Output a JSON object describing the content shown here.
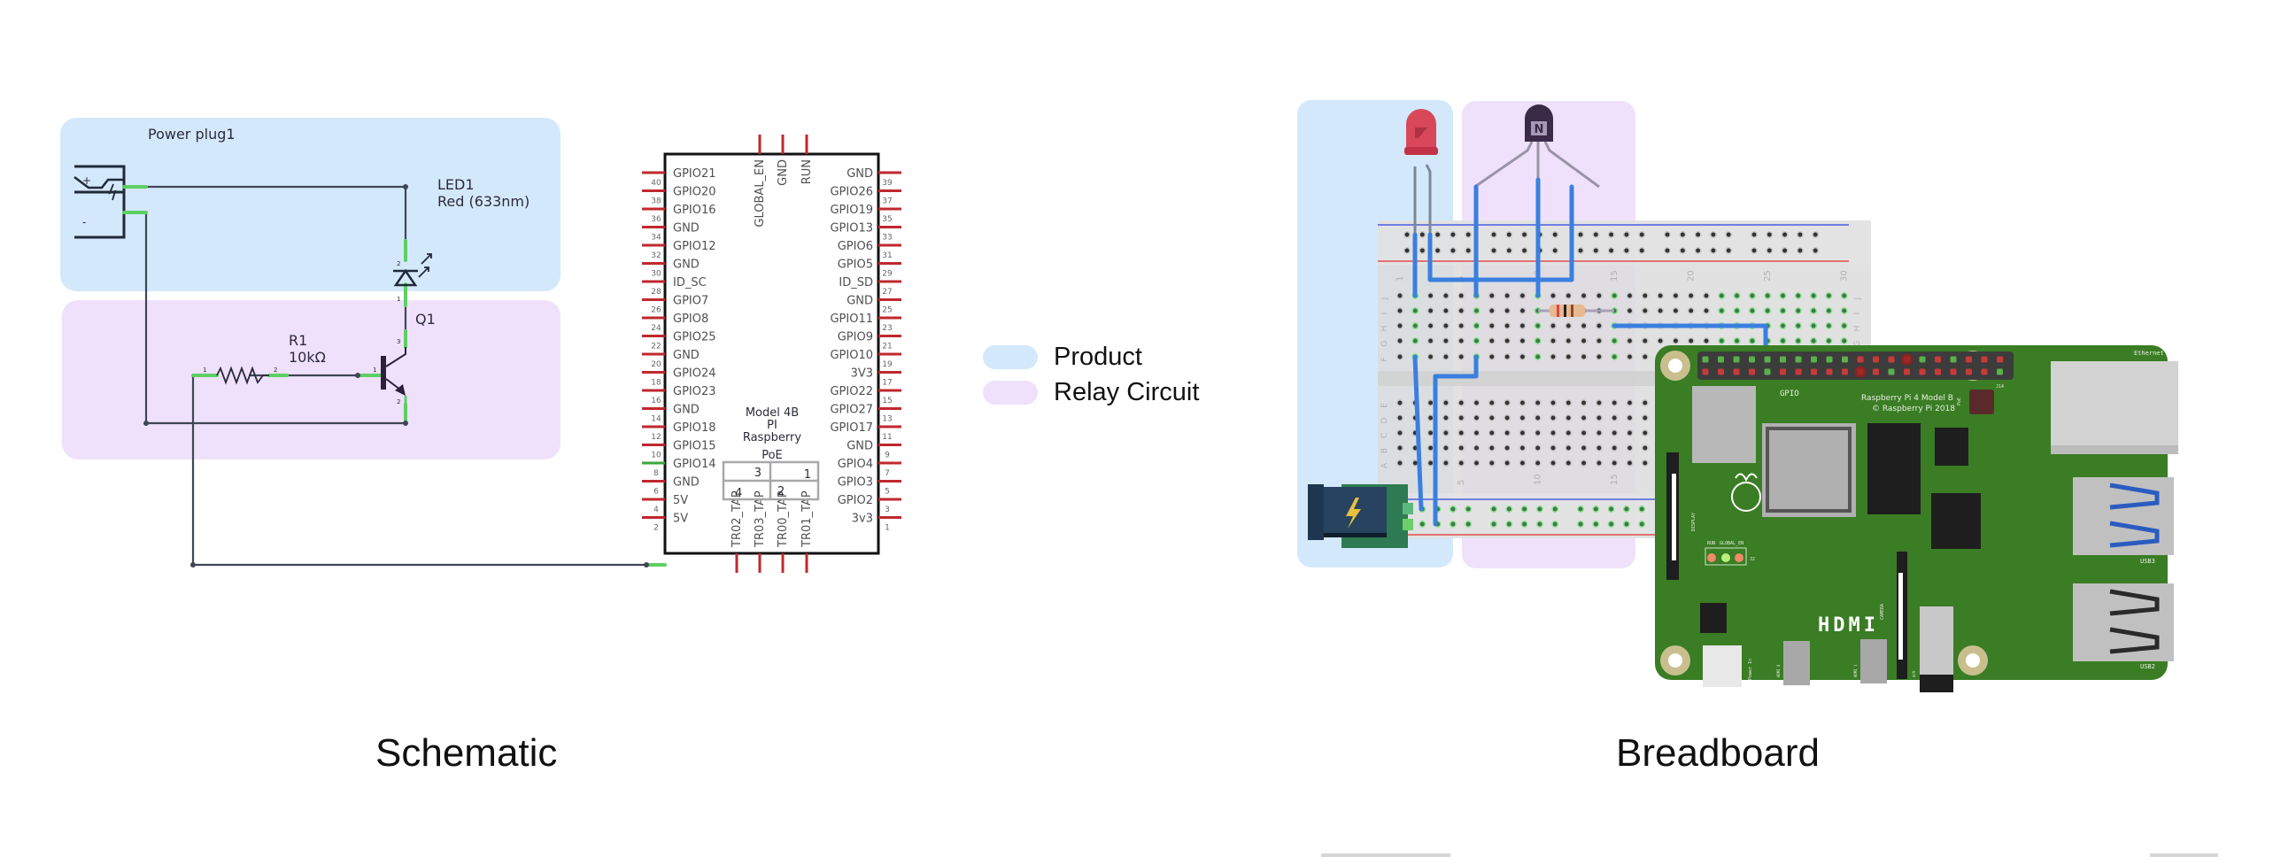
{
  "regions": {
    "product": {
      "label": "Product",
      "color": "#d4e8fb"
    },
    "relay": {
      "label": "Relay Circuit",
      "color": "#efe1fb"
    }
  },
  "schematic": {
    "title": "Schematic",
    "power_plug": {
      "label": "Power plug1",
      "plus": "+",
      "minus": "-"
    },
    "led": {
      "ref": "LED1",
      "value": "Red (633nm)",
      "pin_a": "2",
      "pin_k": "1"
    },
    "transistor": {
      "ref": "Q1",
      "pin_b": "1",
      "pin_c": "3",
      "pin_e": "2"
    },
    "resistor": {
      "ref": "R1",
      "value": "10kΩ",
      "pin1": "1",
      "pin2": "2"
    },
    "pi": {
      "name_lines": [
        "Model 4B",
        "PI",
        "Raspberry"
      ],
      "left_pins": [
        {
          "label": "GPIO21",
          "num": "40"
        },
        {
          "label": "GPIO20",
          "num": "38"
        },
        {
          "label": "GPIO16",
          "num": "36"
        },
        {
          "label": "GND",
          "num": "34"
        },
        {
          "label": "GPIO12",
          "num": "32"
        },
        {
          "label": "GND",
          "num": "30"
        },
        {
          "label": "ID_SC",
          "num": "28"
        },
        {
          "label": "GPIO7",
          "num": "26"
        },
        {
          "label": "GPIO8",
          "num": "24"
        },
        {
          "label": "GPIO25",
          "num": "22"
        },
        {
          "label": "GND",
          "num": "20"
        },
        {
          "label": "GPIO24",
          "num": "18"
        },
        {
          "label": "GPIO23",
          "num": "16"
        },
        {
          "label": "GND",
          "num": "14"
        },
        {
          "label": "GPIO18",
          "num": "12"
        },
        {
          "label": "GPIO15",
          "num": "10"
        },
        {
          "label": "GPIO14",
          "num": "8"
        },
        {
          "label": "GND",
          "num": "6"
        },
        {
          "label": "5V",
          "num": "4"
        },
        {
          "label": "5V",
          "num": "2"
        }
      ],
      "right_pins": [
        {
          "label": "GND",
          "num": "39"
        },
        {
          "label": "GPIO26",
          "num": "37"
        },
        {
          "label": "GPIO19",
          "num": "35"
        },
        {
          "label": "GPIO13",
          "num": "33"
        },
        {
          "label": "GPIO6",
          "num": "31"
        },
        {
          "label": "GPIO5",
          "num": "29"
        },
        {
          "label": "ID_SD",
          "num": "27"
        },
        {
          "label": "GND",
          "num": "25"
        },
        {
          "label": "GPIO11",
          "num": "23"
        },
        {
          "label": "GPIO9",
          "num": "21"
        },
        {
          "label": "GPIO10",
          "num": "19"
        },
        {
          "label": "3V3",
          "num": "17"
        },
        {
          "label": "GPIO22",
          "num": "15"
        },
        {
          "label": "GPIO27",
          "num": "13"
        },
        {
          "label": "GPIO17",
          "num": "11"
        },
        {
          "label": "GND",
          "num": "9"
        },
        {
          "label": "GPIO4",
          "num": "7"
        },
        {
          "label": "GPIO3",
          "num": "5"
        },
        {
          "label": "GPIO2",
          "num": "3"
        },
        {
          "label": "3v3",
          "num": "1"
        }
      ],
      "top_pins": [
        "GLOBAL_EN",
        "GND",
        "RUN"
      ],
      "bottom_pins": [
        "TR02_TAP",
        "TR03_TAP",
        "TR00_TAP",
        "TR01_TAP"
      ],
      "poe": {
        "label": "PoE",
        "cells": [
          "3",
          "1",
          "4",
          "2"
        ]
      },
      "connected_pin": "GPIO14"
    }
  },
  "breadboard": {
    "title": "Breadboard",
    "row_letters_top": [
      "J",
      "I",
      "H",
      "G",
      "F"
    ],
    "row_letters_bottom": [
      "E",
      "D",
      "C",
      "B",
      "A"
    ],
    "column_markers": [
      "1",
      "5",
      "10",
      "15",
      "20",
      "25",
      "30"
    ],
    "columns": 30,
    "pi_board": {
      "model_line": "Raspberry Pi 4 Model B",
      "copyright_line": "© Raspberry Pi 2018",
      "gpio_label": "GPIO",
      "hdmi_label": "HDMI",
      "display_label": "DISPLAY",
      "camera_label": "CAMERA",
      "run_label": "RUN",
      "global_en_label": "GLOBAL_EN",
      "j2_label": "J2",
      "j14_label": "J14",
      "poe_label": "PoE",
      "ethernet_label": "Ethernet",
      "usb3_label": "USB3",
      "usb2_label": "USB2",
      "power_label": "Power In",
      "hdmi0_label": "HDMI 0",
      "hdmi1_label": "HDMI 1",
      "av_label": "A/V",
      "header_top_row": [
        "g",
        "g",
        "g",
        "g",
        "g",
        "g",
        "g",
        "g",
        "g",
        "g",
        "r",
        "r",
        "r",
        "R",
        "g",
        "r",
        "g",
        "r",
        "r",
        "r"
      ],
      "header_bottom_row": [
        "r",
        "r",
        "r",
        "r",
        "g",
        "r",
        "r",
        "r",
        "r",
        "r",
        "R",
        "r",
        "g",
        "r",
        "r",
        "r",
        "r",
        "r",
        "r",
        "g"
      ]
    },
    "transistor_mark": "N"
  }
}
